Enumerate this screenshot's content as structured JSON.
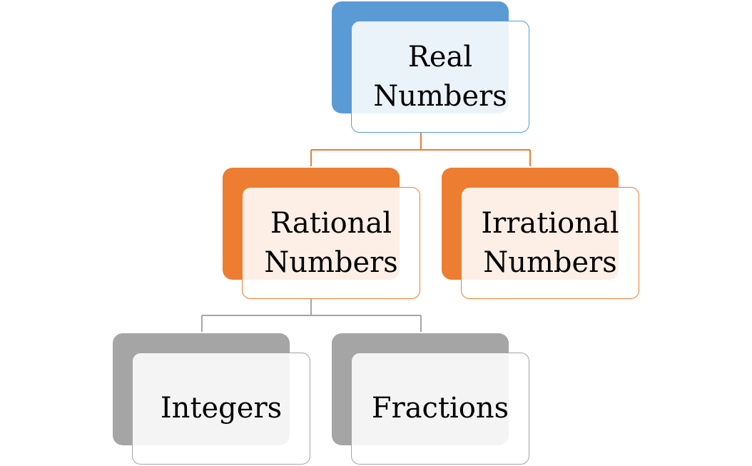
{
  "diagram": {
    "root": {
      "line1": "Real",
      "line2": "Numbers",
      "color": "#5B9BD5"
    },
    "level2": {
      "color": "#ED7D31",
      "rational": {
        "line1": "Rational",
        "line2": "Numbers"
      },
      "irrational": {
        "line1": "Irrational",
        "line2": "Numbers"
      }
    },
    "level3": {
      "color": "#A5A5A5",
      "integers": {
        "label": "Integers"
      },
      "fractions": {
        "label": "Fractions"
      }
    }
  }
}
